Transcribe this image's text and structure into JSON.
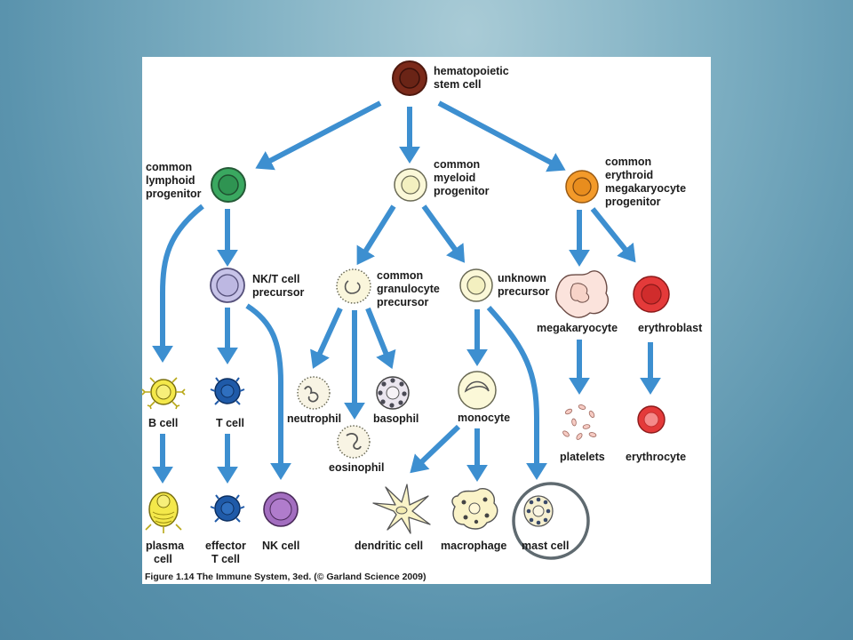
{
  "colors": {
    "arrow": "#3d8fd0",
    "background": "#5a93ad",
    "highlight_ring": "#5f6a70"
  },
  "cells": {
    "stem": "hematopoietic stem cell",
    "clp": "common lymphoid progenitor",
    "cmp": "common myeloid progenitor",
    "cemp": "common erythroid megakaryocyte progenitor",
    "nkt": "NK/T cell precursor",
    "cgp": "common granulocyte precursor",
    "unknown": "unknown precursor",
    "megakaryocyte": "megakaryocyte",
    "erythroblast": "erythroblast",
    "bcell": "B cell",
    "tcell": "T cell",
    "neutrophil": "neutrophil",
    "basophil": "basophil",
    "eosinophil": "eosinophil",
    "monocyte": "monocyte",
    "platelets": "platelets",
    "erythrocyte": "erythrocyte",
    "plasma": "plasma cell",
    "effector": "effector T cell",
    "nkcell": "NK cell",
    "dendritic": "dendritic cell",
    "macrophage": "macrophage",
    "mast": "mast cell"
  },
  "caption": "Figure 1.14 The Immune System, 3ed. (© Garland Science 2009)",
  "highlighted": "mast cell"
}
